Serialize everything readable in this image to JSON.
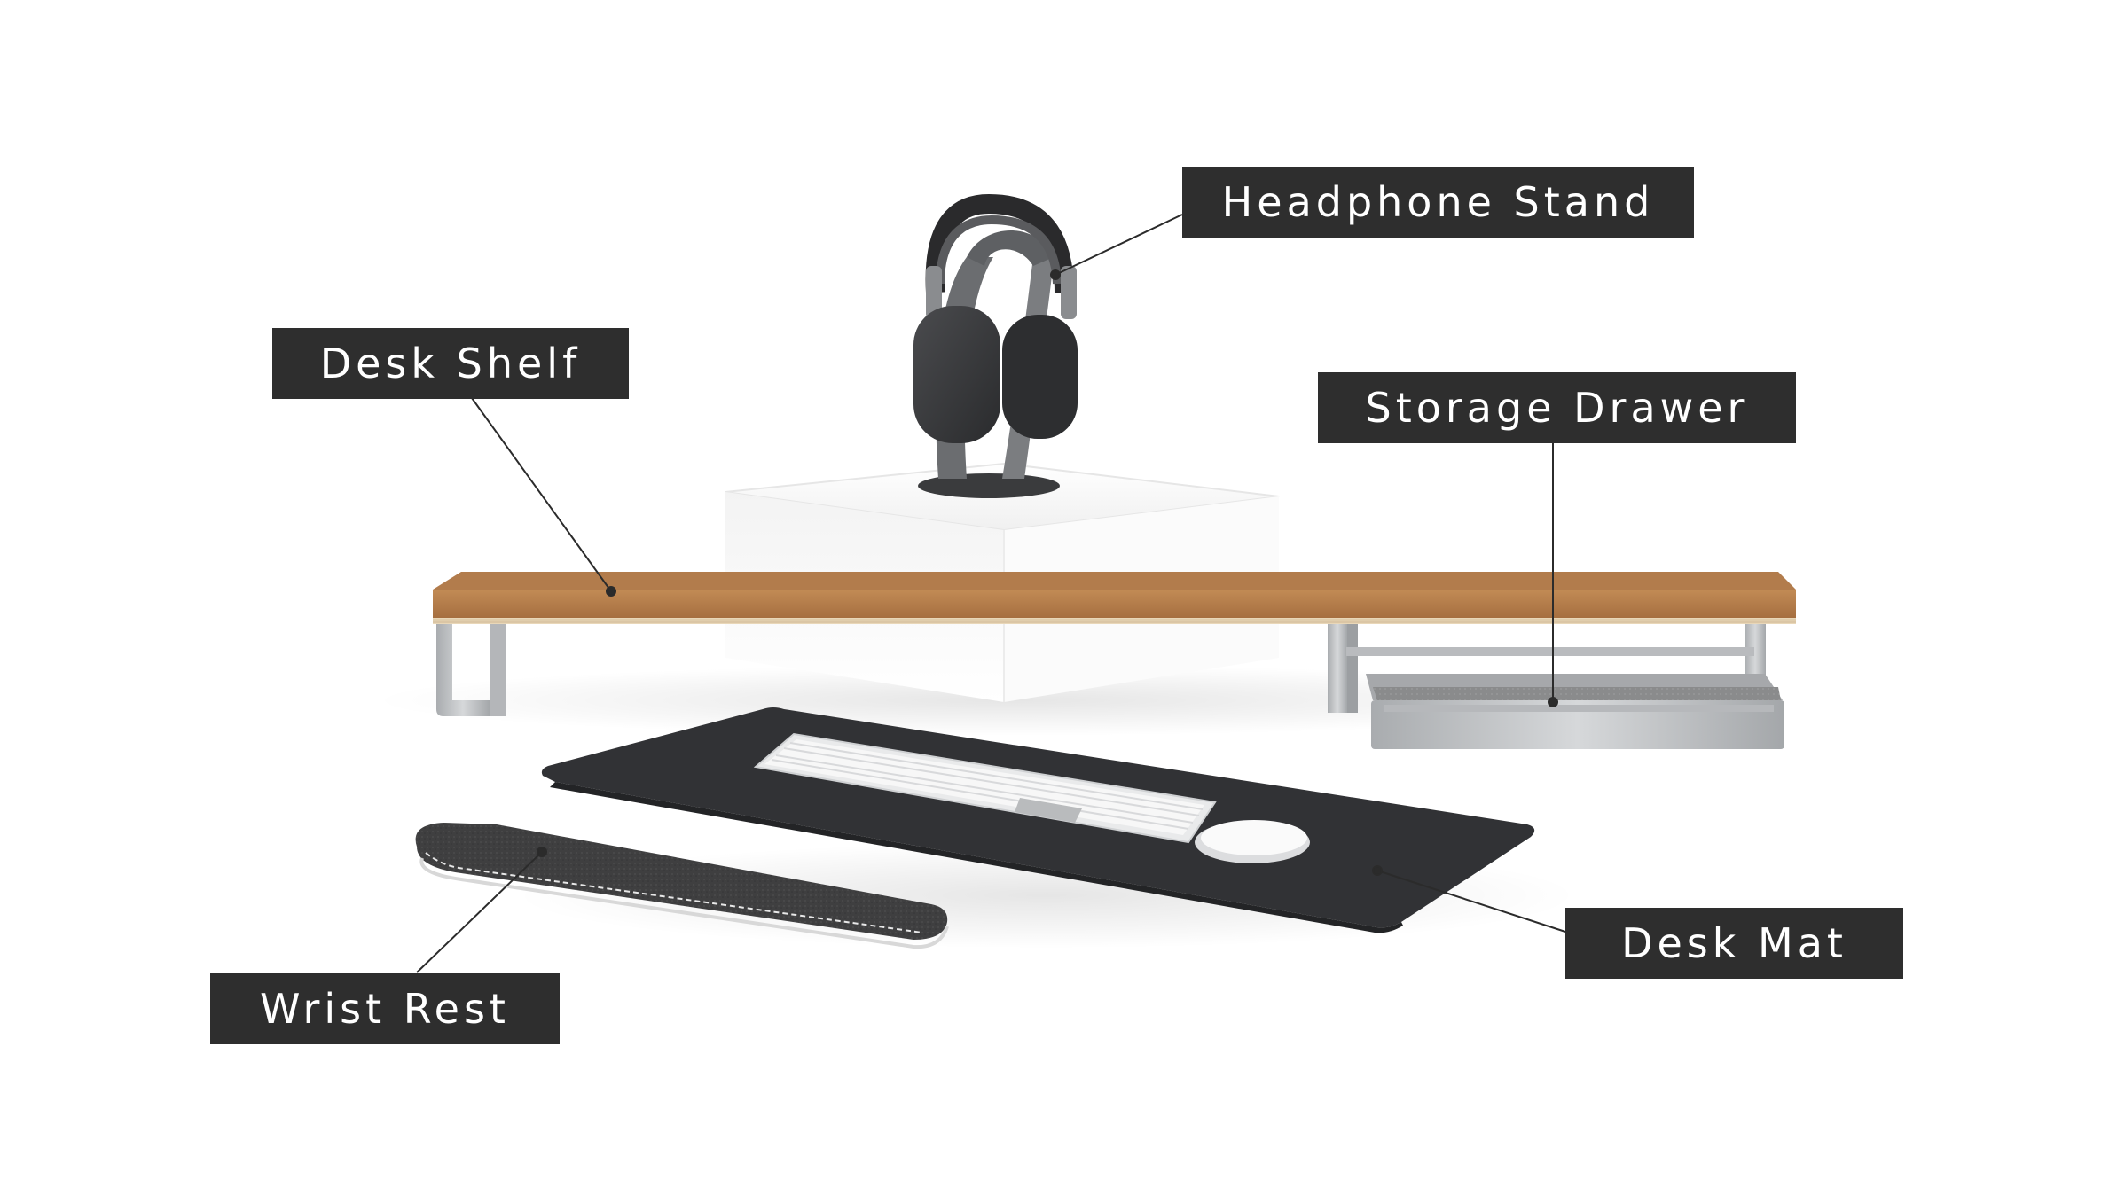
{
  "colors": {
    "label_bg": "#2e2e2e",
    "label_text": "#ffffff",
    "leader_line": "#2b2b2b",
    "wood": "#b07a4a",
    "aluminum": "#c3c5c7",
    "mat": "#2f3033",
    "felt": "#3d3d3d",
    "pedestal": "#f4f4f4"
  },
  "labels": {
    "headphone_stand": "Headphone Stand",
    "desk_shelf": "Desk Shelf",
    "storage_drawer": "Storage Drawer",
    "desk_mat": "Desk Mat",
    "wrist_rest": "Wrist Rest"
  }
}
